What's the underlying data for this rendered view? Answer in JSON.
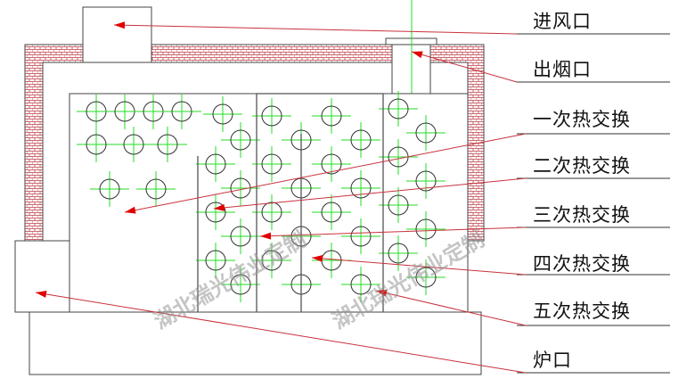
{
  "labels": {
    "air_inlet": "进风口",
    "smoke_outlet": "出烟口",
    "heat_exchange_1": "一次热交换",
    "heat_exchange_2": "二次热交换",
    "heat_exchange_3": "三次热交换",
    "heat_exchange_4": "四次热交换",
    "heat_exchange_5": "五次热交换",
    "furnace_door": "炉口"
  },
  "watermark": "湖北瑞光伟业定制",
  "colors": {
    "leader": "#c8323c",
    "arrow": "#e00000",
    "grid": "#22dd22",
    "brick": "#c0404a"
  }
}
